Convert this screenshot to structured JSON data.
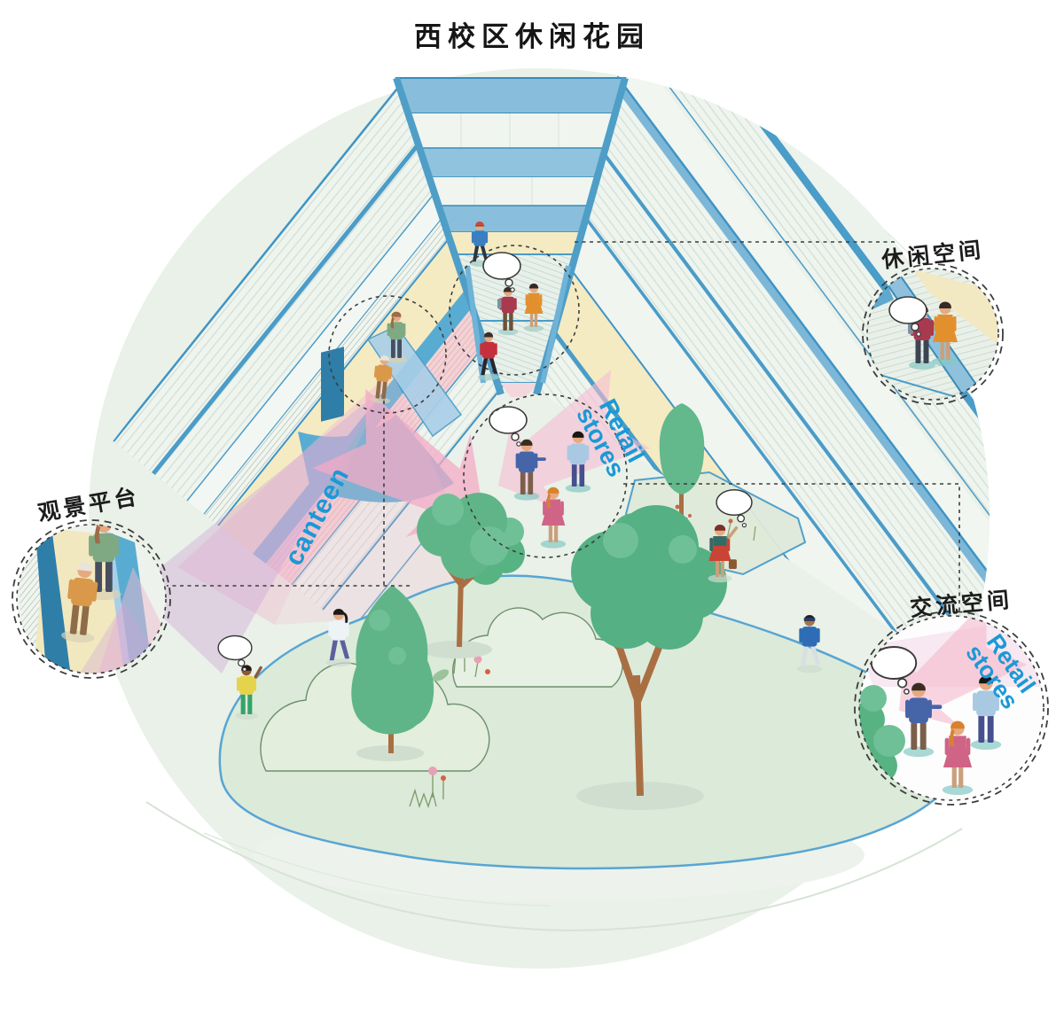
{
  "title": "西校区休闲花园",
  "annotations": {
    "leisure_space": {
      "label": "休闲空间"
    },
    "viewing_platform": {
      "label": "观景平台"
    },
    "exchange_space": {
      "label": "交流空间"
    },
    "canteen": {
      "label": "canteen"
    },
    "retail_stores": {
      "label": "Retail stores"
    },
    "retail_stores_callout": {
      "label": "Retail stores"
    }
  },
  "colors": {
    "accent_text_blue": "#1b99d6",
    "outline_blue": "#3f94c5",
    "glass_blue": "#8fc1dc",
    "bright_blue": "#58acd2",
    "bg_circle_green": "#e9f1e8",
    "walkway_yellow": "#f4ebc3",
    "arrow_pink": "#f5b9cd",
    "underside_pink": "#f3d2d5",
    "overlay_purple": "#cda6d8",
    "tree_green": "#5cb486",
    "garden_fill": "#dcead9",
    "label_black": "#1c1c1c"
  }
}
